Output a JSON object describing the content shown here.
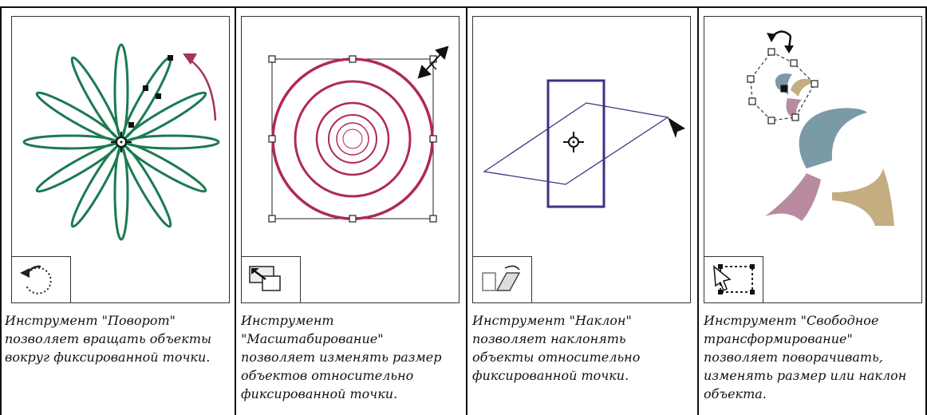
{
  "panels": [
    {
      "name": "rotate",
      "tool_icon": "rotate-tool-icon",
      "caption": "Инструмент \"Поворот\"\nпозволяет вращать объекты\nвокруг фиксированной точки."
    },
    {
      "name": "scale",
      "tool_icon": "scale-tool-icon",
      "caption": "Инструмент\n\"Масштабирование\"\nпозволяет изменять размер\nобъектов относительно\nфиксированной точки."
    },
    {
      "name": "shear",
      "tool_icon": "shear-tool-icon",
      "caption": "Инструмент \"Наклон\"\nпозволяет наклонять\nобъекты относительно\nфиксированной точки."
    },
    {
      "name": "free-transform",
      "tool_icon": "free-transform-tool-icon",
      "caption": "Инструмент \"Свободное\nтрансформирование\"\nпозволяет поворачивать,\nизменять размер или наклон\nобъекта."
    }
  ],
  "colors": {
    "flower": "#1b7a52",
    "rotate_arrow": "#a8325a",
    "circles": "#b02a55",
    "shear": "#3b3288",
    "swirl_blue": "#7a9aa8",
    "swirl_tan": "#c4ad80",
    "swirl_pink": "#b78aa0"
  }
}
